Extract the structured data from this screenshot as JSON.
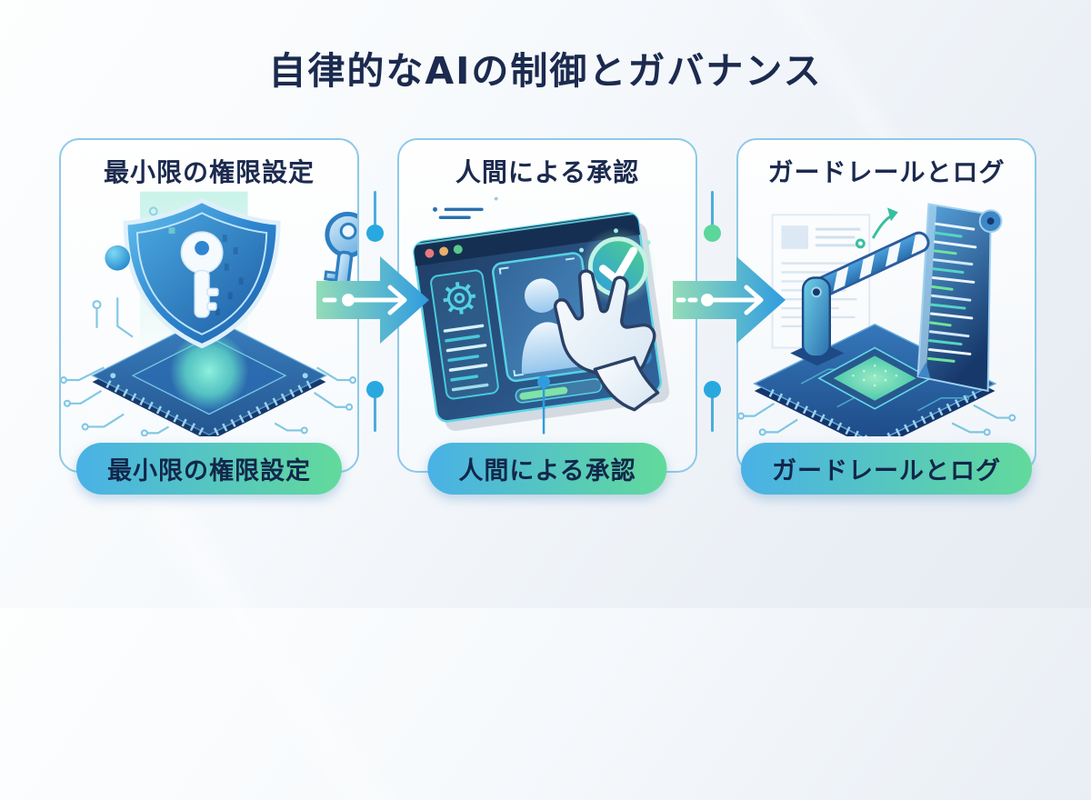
{
  "title": "自律的なAIの制御とガバナンス",
  "panels": [
    {
      "id": "least-privilege",
      "heading": "最小限の権限設定",
      "badge": "最小限の権限設定",
      "illustration": "shield-with-key-on-chip-and-key",
      "icons": [
        "shield-icon",
        "key-icon",
        "chip-icon",
        "circuit-node-icon"
      ]
    },
    {
      "id": "human-approval",
      "heading": "人間による承認",
      "badge": "人間による承認",
      "illustration": "approval-window-with-hand-cursor",
      "icons": [
        "browser-window-icon",
        "gear-icon",
        "person-icon",
        "check-circle-icon",
        "hand-cursor-icon"
      ]
    },
    {
      "id": "guardrails-logs",
      "heading": "ガードレールとログ",
      "badge": "ガードレールとログ",
      "illustration": "barrier-gate-on-chip-with-log-scroll",
      "icons": [
        "document-icon",
        "barrier-gate-icon",
        "chip-icon",
        "log-scroll-icon",
        "curved-arrow-icon"
      ]
    }
  ],
  "connectors": [
    {
      "from": "least-privilege",
      "to": "human-approval",
      "type": "arrow-right",
      "top_dot": "blue",
      "bottom_dot": "blue"
    },
    {
      "from": "human-approval",
      "to": "guardrails-logs",
      "type": "arrow-right",
      "top_dot": "green",
      "bottom_dot": "blue"
    }
  ],
  "colors": {
    "title_text": "#1b2a4e",
    "panel_border": "#8ec9e8",
    "badge_gradient_from": "#49b1e6",
    "badge_gradient_to": "#62da9b",
    "arrow_gradient_from": "#93dcb8",
    "arrow_gradient_to": "#2f9ce0",
    "connector_dot_blue": "#29a8e0",
    "connector_dot_green": "#5cd69a",
    "background_from": "#fdfefe",
    "background_to": "#e6ebf2"
  }
}
